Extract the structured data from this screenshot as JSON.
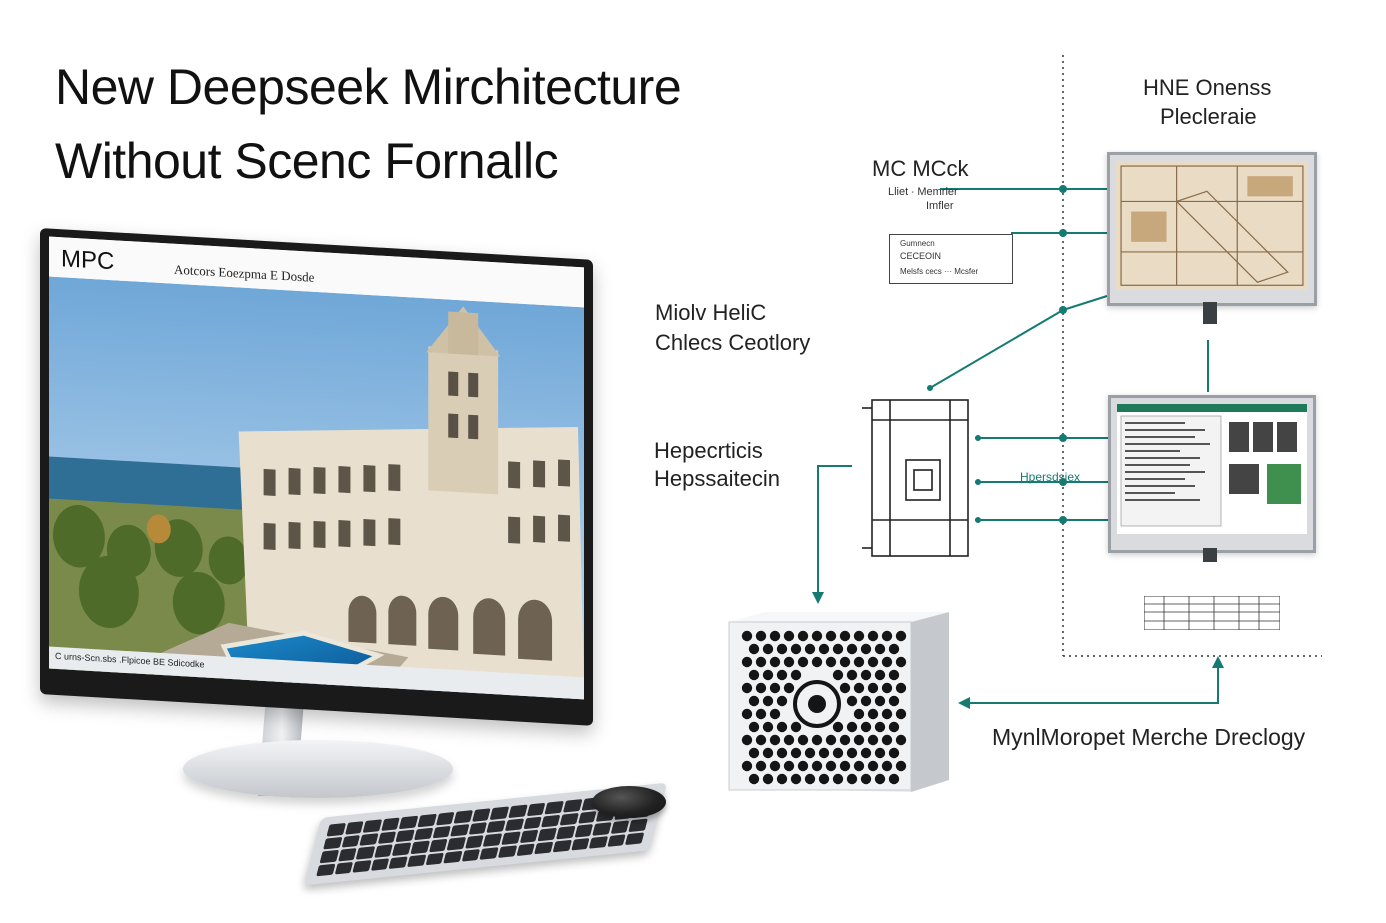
{
  "title": {
    "line1": "New Deepseek Mirchitecture",
    "line2": "Without Scenc Fornallc"
  },
  "monitor": {
    "app_name": "MPC",
    "app_subtitle": "Aotcors Eoezpma E Dosde",
    "status_text": "C urns-Scn.sbs .Flpicoe BE Sdicodke"
  },
  "labels": {
    "top_right_title_1": "HNE Onenss",
    "top_right_title_2": "Plecleraie",
    "mcm_title": "MC MCck",
    "mcm_sub_1": "Lliet ∙ Memrler",
    "mcm_sub_2": "Imfler",
    "spec_box_line1": "Gumnecn",
    "spec_box_line2": "CECEOIN",
    "spec_box_line3": "Melsfs cecs ··· Mcsfer",
    "center_label_1_line1": "Miolv HeliC",
    "center_label_1_line2": "Chlecs Ceotlory",
    "center_label_2_line1": "Hepecrticis",
    "center_label_2_line2": "Hepssaitecin",
    "wire_label": "Hpersdsiex",
    "bottom_label": "MynlMoropet Merche Dreclogy"
  },
  "colors": {
    "wire": "#147a72",
    "dotted": "#333333",
    "title": "#111111"
  },
  "icons": {
    "junction": "teal-dot",
    "arrow": "teal-arrow"
  }
}
